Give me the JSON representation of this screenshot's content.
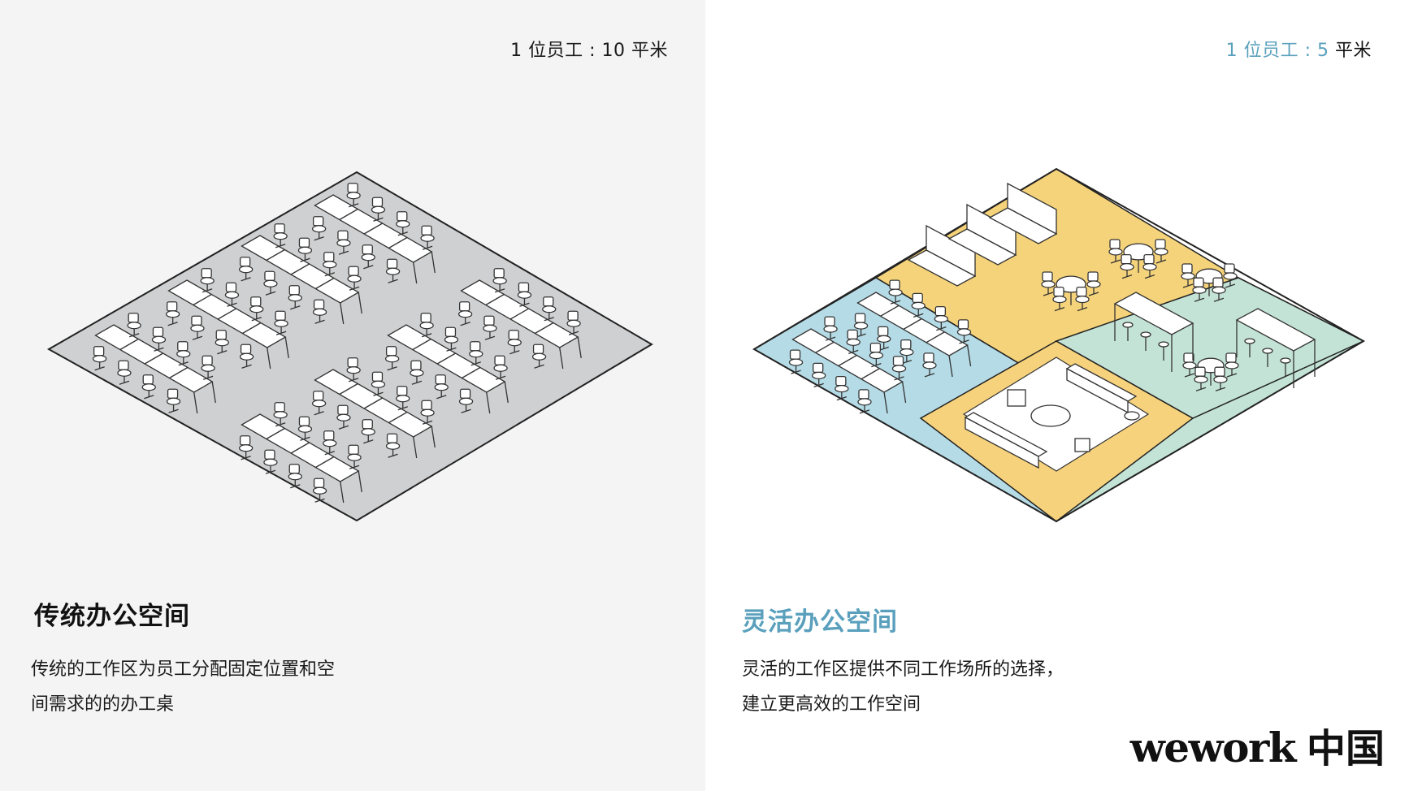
{
  "traditional": {
    "ratio_label": "1 位员工 : 10 平米",
    "title": "传统办公空间",
    "description_lines": [
      "传统的工作区为员工分配固定位置和空",
      "间需求的的办工桌"
    ]
  },
  "flexible": {
    "ratio_prefix": "1 位员工 : 5",
    "ratio_suffix": " 平米",
    "title": "灵活办公空间",
    "description_lines": [
      "灵活的工作区提供不同工作场所的选择，",
      "建立更高效的工作空间"
    ]
  },
  "logo": {
    "wordmark": "wework",
    "suffix": "中国"
  },
  "colors": {
    "left_background": "#f4f4f4",
    "floor_grey": "#cfd0d1",
    "accent_blue": "#5aa0bd",
    "zone_blue": "#b5dbe6",
    "zone_yellow": "#f5d37a",
    "zone_green": "#c3e3d6",
    "zone_yellow_lounge": "#f6d27c"
  }
}
